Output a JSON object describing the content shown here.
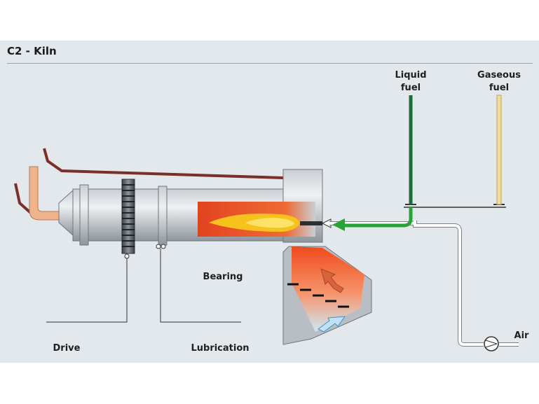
{
  "title": "C2 - Kiln",
  "labels": {
    "liquid_fuel_line1": "Liquid",
    "liquid_fuel_line2": "fuel",
    "gaseous_fuel_line1": "Gaseous",
    "gaseous_fuel_line2": "fuel",
    "bearing": "Bearing",
    "drive": "Drive",
    "lubrication": "Lubrication",
    "air": "Air"
  },
  "colors": {
    "background": "#e3e8ec",
    "kiln_shell": "#aeb4ba",
    "flame_zone": "#e8552a",
    "flame_core": "#f7c21b",
    "liquid_fuel_line": "#1d6b3a",
    "fuel_flow_arrow": "#2aa336",
    "gas_fuel_line": "#f0dc9a",
    "exhaust_duct": "#7a2f2a",
    "feed_pipe": "#f0b48c"
  }
}
